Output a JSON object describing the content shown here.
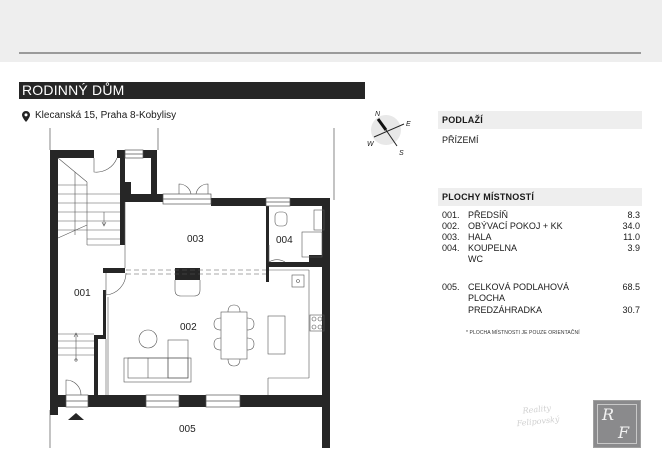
{
  "header": {
    "title": "RODINNÝ DŮM",
    "address": "Klecanská 15, Praha 8-Kobylisy",
    "address_icon": "map-pin-icon"
  },
  "compass": {
    "north": "N",
    "east": "E",
    "south": "S",
    "west": "W"
  },
  "floor": {
    "heading": "PODLAŽÍ",
    "value": "PŘÍZEMÍ"
  },
  "areas": {
    "heading": "PLOCHY MÍSTNOSTÍ",
    "rooms": [
      {
        "num": "001.",
        "name": "PŘEDSÍŇ",
        "value": "8.3"
      },
      {
        "num": "002.",
        "name": "OBÝVACÍ POKOJ + KK",
        "value": "34.0"
      },
      {
        "num": "003.",
        "name": "HALA",
        "value": "11.0"
      },
      {
        "num": "004.",
        "name": "KOUPELNA",
        "value": "3.9"
      },
      {
        "num": "",
        "name": "WC",
        "value": ""
      }
    ],
    "total": {
      "num": "005.",
      "name": "CELKOVÁ PODLAHOVÁ PLOCHA",
      "value": "68.5"
    },
    "garden": {
      "name": "PREDZÁHRADKA",
      "value": "30.7"
    },
    "note": "* PLOCHA MÍSTNOSTI JE POUZE ORIENTAČNÍ"
  },
  "plan": {
    "labels": {
      "r001": "001",
      "r002": "002",
      "r003": "003",
      "r004": "004",
      "r005": "005"
    },
    "wall_color": "#262626",
    "line_color": "#555555"
  },
  "logo": {
    "script_line1": "Reality",
    "script_line2": "Felipovský",
    "monogram_top": "R",
    "monogram_bottom": "F"
  }
}
